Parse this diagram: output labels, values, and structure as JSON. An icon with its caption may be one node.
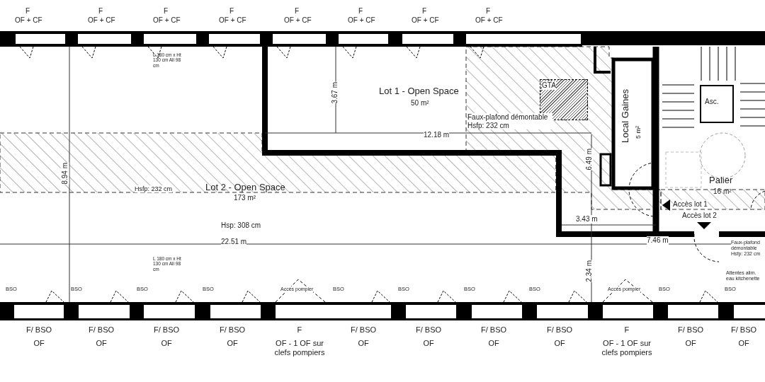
{
  "diagram": {
    "nodes": [
      {
        "text": [
          "Lot 1 - Open Space",
          "50 m²"
        ]
      },
      {
        "text": [
          "Lot 2 - Open Space",
          "173 m²"
        ]
      },
      {
        "text": [
          "Local Gaines",
          "5 m²"
        ]
      },
      {
        "text": [
          "Palier",
          "16 m²"
        ]
      },
      {
        "text": [
          "Asc."
        ]
      },
      {
        "text": [
          "GTA"
        ]
      }
    ],
    "labels": [
      "F",
      "OF + CF",
      "F",
      "OF + CF",
      "F",
      "OF + CF",
      "F",
      "OF + CF",
      "F",
      "OF + CF",
      "F",
      "OF + CF",
      "F",
      "OF + CF",
      "F",
      "OF + CF",
      "L 180 cm x Ht 130 cm All 98 cm",
      "3.67 m",
      "Faux-plafond démontable Hsfp: 232 cm",
      "12.18 m",
      "8.94 m",
      "6.49 m",
      "Hsfp: 232 cm",
      "Accès lot 1",
      "Accès lot 2",
      "Hsp: 308 cm",
      "3.43 m",
      "22.51 m",
      "7.46 m",
      "Faux-plafond démontable Hsfp: 232 cm",
      "L 180 cm x Ht 130 cm All 98 cm",
      "Attentes alim. eau kitchenette",
      "2.34 m",
      "BSO",
      "BSO",
      "BSO",
      "BSO",
      "Accès pompier",
      "BSO",
      "BSO",
      "BSO",
      "BSO",
      "Accès pompier",
      "BSO",
      "BSO",
      "F/ BSO",
      "OF",
      "F/ BSO",
      "OF",
      "F/ BSO",
      "OF",
      "F/ BSO",
      "OF",
      "F",
      "OF - 1 OF sur clefs pompiers",
      "F/ BSO",
      "OF",
      "F/ BSO",
      "OF",
      "F/ BSO",
      "OF",
      "F/ BSO",
      "OF",
      "F",
      "OF - 1 OF sur clefs pompiers",
      "F/ BSO",
      "OF",
      "F/ BSO",
      "OF"
    ]
  }
}
